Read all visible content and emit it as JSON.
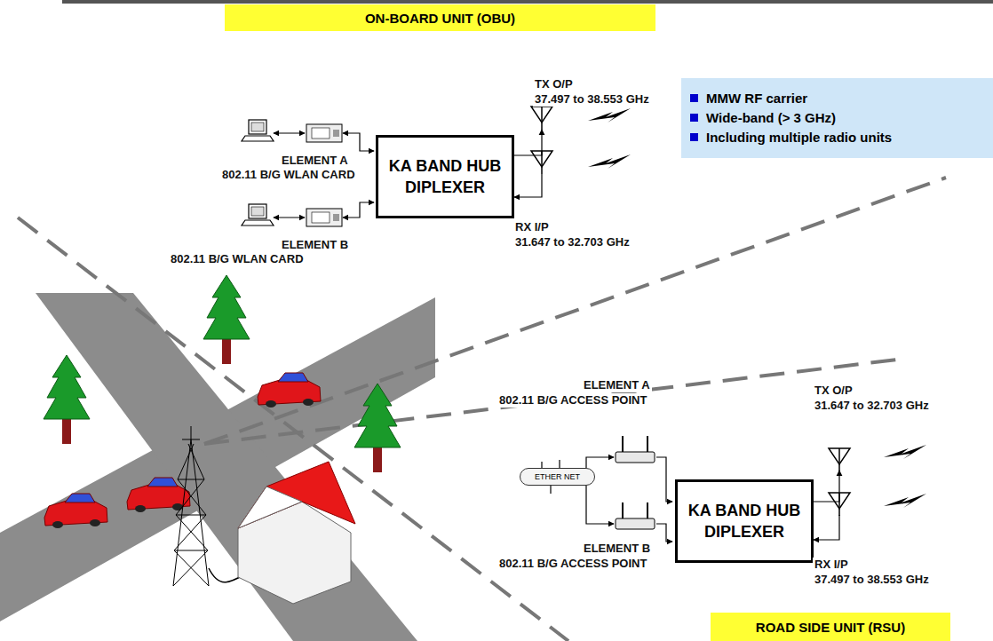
{
  "diagram": {
    "nodes": [
      {
        "text": [
          "ON-BOARD UNIT (OBU)"
        ]
      },
      {
        "text": [
          "MMW RF carrier",
          "Wide-band (> 3 GHz)",
          "Including multiple radio units"
        ]
      },
      {
        "text": [
          "KA BAND HUB DIPLEXER"
        ]
      },
      {
        "text": [
          "ETHER NET"
        ]
      },
      {
        "text": [
          "KA BAND HUB DIPLEXER"
        ]
      },
      {
        "text": [
          "ROAD SIDE UNIT (RSU)"
        ]
      }
    ],
    "labels": [
      "TX O/P",
      "37.497 to 38.553 GHz",
      "RX I/P",
      "31.647 to 32.703 GHz",
      "ELEMENT A",
      "802.11 B/G WLAN CARD",
      "ELEMENT B",
      "802.11 B/G WLAN CARD",
      "ELEMENT A",
      "802.11 B/G ACCESS POINT",
      "ELEMENT B",
      "802.11 B/G ACCESS POINT",
      "TX O/P",
      "31.647 to 32.703 GHz",
      "RX I/P",
      "37.497 to 38.553 GHz"
    ]
  }
}
